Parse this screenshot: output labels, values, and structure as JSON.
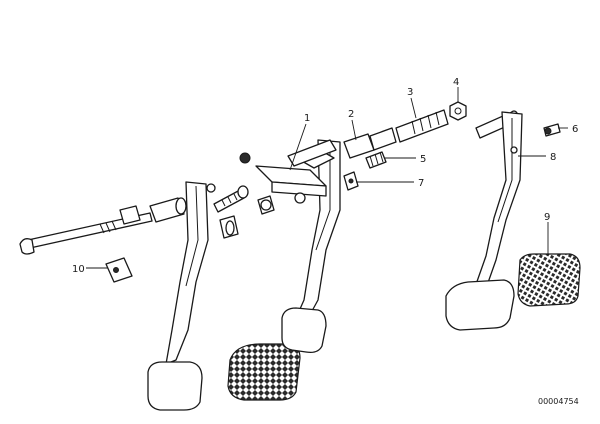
{
  "callouts": {
    "c1": "1",
    "c2": "2",
    "c3": "3",
    "c4": "4",
    "c5": "5",
    "c6": "6",
    "c7": "7",
    "c8": "8",
    "c9": "9",
    "c10": "10"
  },
  "drawing_number": "00004754"
}
